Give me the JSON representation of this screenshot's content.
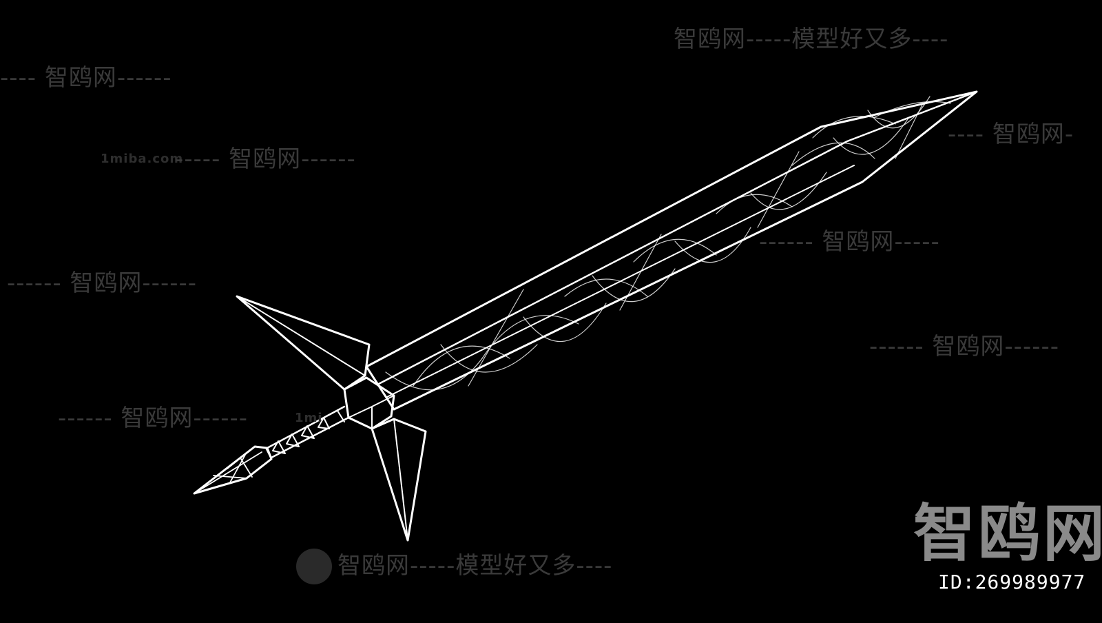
{
  "image": {
    "background_color": "#000000",
    "wireframe_color": "#ffffff",
    "watermark_color": "#3a3a3a"
  },
  "watermarks": {
    "top_center": "智鸥网-----模型好又多----",
    "top_left": "---- 智鸥网------",
    "left_upper_site": "1miba.com",
    "left_upper": "----- 智鸥网------",
    "right_upper": "---- 智鸥网-",
    "center_right": "------ 智鸥网-----",
    "left_middle": "------ 智鸥网------",
    "right_middle": "------ 智鸥网------",
    "left_lower": "------ 智鸥网------",
    "left_lower_site": "1mi",
    "bottom_center": "智鸥网-----模型好又多----",
    "bottom_right_big": "智鸥网",
    "bottom_right_id": "ID:269989977"
  }
}
